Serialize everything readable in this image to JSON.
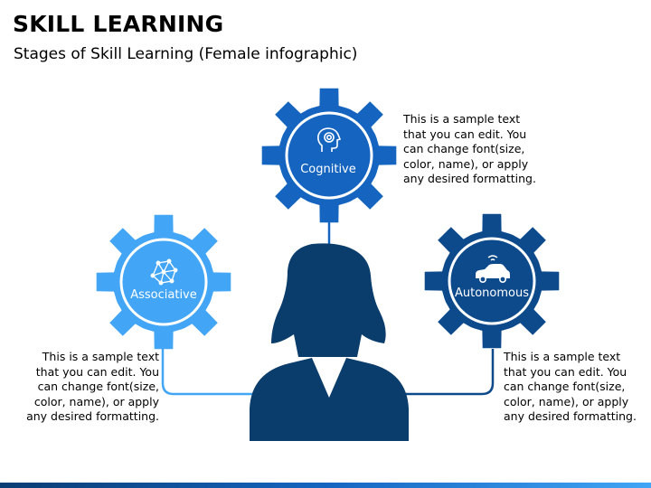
{
  "header": {
    "title": "SKILL LEARNING",
    "subtitle": "Stages of Skill Learning (Female infographic)"
  },
  "stages": [
    {
      "label": "Cognitive",
      "icon": "head-target-icon",
      "color": "#1565c0",
      "description": "This is a sample text\nthat you can edit. You\ncan change font(size,\ncolor, name), or apply\nany desired formatting."
    },
    {
      "label": "Associative",
      "icon": "network-brain-icon",
      "color": "#42a5f5",
      "description": "This is a sample text\nthat you can edit. You\ncan change font(size,\ncolor, name), or apply\nany desired formatting."
    },
    {
      "label": "Autonomous",
      "icon": "self-driving-car-icon",
      "color": "#0d4a8c",
      "description": "This is a sample text\nthat you can edit. You\ncan change font(size,\ncolor, name), or apply\nany desired formatting."
    }
  ],
  "colors": {
    "person": "#0a3d6b",
    "connector_light": "#42a5f5",
    "connector_dark": "#0d4a8c",
    "connector_mid": "#1565c0"
  }
}
